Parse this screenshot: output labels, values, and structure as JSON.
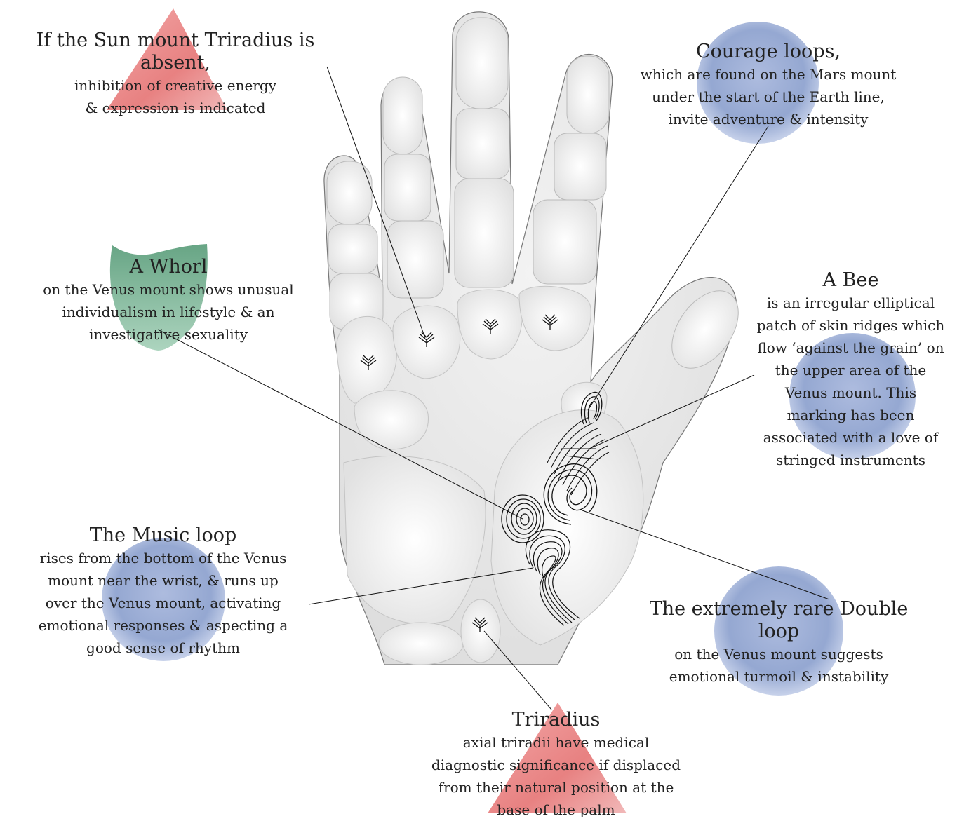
{
  "annotations": {
    "sun_mount": {
      "title": "If the Sun mount Triradius is absent,",
      "body": "inhibition of creative energy\n& expression is indicated",
      "badge_shape": "triangle",
      "badge_color": "#e57373"
    },
    "courage_loops": {
      "title": "Courage loops,",
      "body": "which are found on the Mars mount\nunder the start of the Earth line,\ninvite adventure & intensity",
      "badge_shape": "circle",
      "badge_color": "#8fa3cf"
    },
    "whorl": {
      "title": "A Whorl",
      "body": "on the Venus mount shows unusual\nindividualism in lifestyle & an\ninvestigative sexuality",
      "badge_shape": "teardrop",
      "badge_color": "#6fae8a"
    },
    "bee": {
      "title": "A Bee",
      "body": "is an irregular elliptical\npatch of skin ridges which\nflow ‘against the grain’ on\nthe upper area of the\nVenus mount.  This\nmarking has been\nassociated with a love of\nstringed instruments",
      "badge_shape": "circle",
      "badge_color": "#8fa3cf"
    },
    "music_loop": {
      "title": "The Music loop",
      "body": "rises from the bottom of the Venus\nmount near the wrist, & runs up\nover the Venus mount, activating\nemotional responses & aspecting a\ngood sense of rhythm",
      "badge_shape": "circle",
      "badge_color": "#8fa3cf"
    },
    "double_loop": {
      "title": "The extremely rare Double loop",
      "body": "on the Venus mount suggests\nemotional turmoil & instability",
      "badge_shape": "circle",
      "badge_color": "#8fa3cf"
    },
    "triradius": {
      "title": "Triradius",
      "body": "axial triradii have medical\ndiagnostic significance if displaced\nfrom their natural position at the\nbase of the palm",
      "badge_shape": "triangle",
      "badge_color": "#e57373"
    }
  },
  "colors": {
    "hand_fill": "#e3e3e3",
    "hand_outline": "#777777",
    "pattern_ink": "#111111",
    "leader_line": "#111111"
  }
}
